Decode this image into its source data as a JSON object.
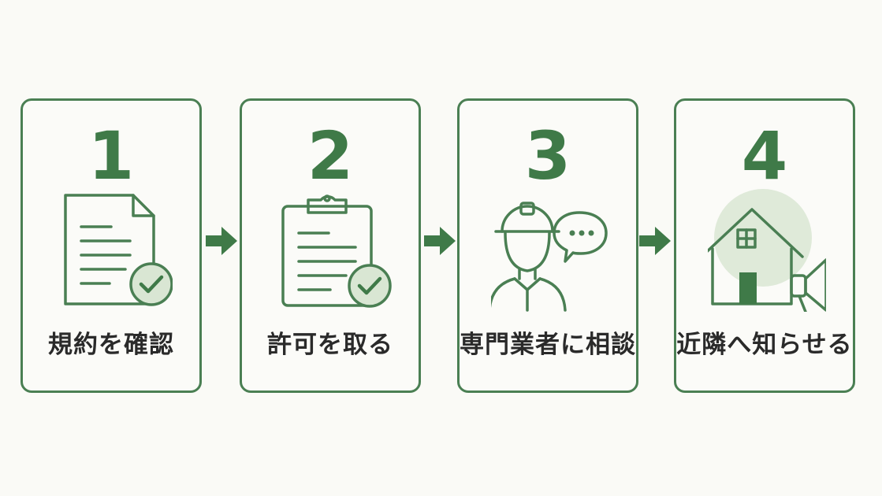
{
  "steps": [
    {
      "number": "1",
      "label": "規約を確認",
      "icon": "document-check-icon"
    },
    {
      "number": "2",
      "label": "許可を取る",
      "icon": "clipboard-check-icon"
    },
    {
      "number": "3",
      "label": "専門業者に相談",
      "icon": "worker-speech-icon"
    },
    {
      "number": "4",
      "label": "近隣へ知らせる",
      "icon": "house-megaphone-icon"
    }
  ],
  "colors": {
    "accent": "#3f7a48",
    "border": "#4a7f53",
    "badge_fill": "#d9e6d3",
    "background": "#fafaf6",
    "text": "#2a2a2a"
  }
}
